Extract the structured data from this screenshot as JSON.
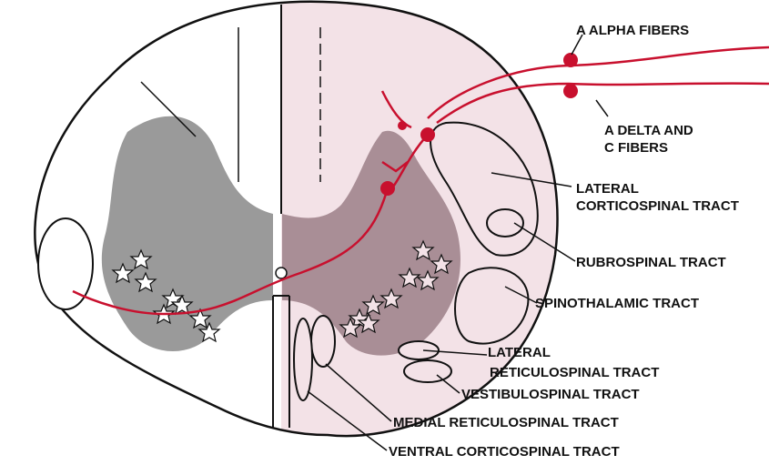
{
  "labels": {
    "a_alpha_fibers": "A ALPHA FIBERS",
    "a_delta_c_fibers": [
      "A DELTA AND",
      "C FIBERS"
    ],
    "lateral_corticospinal_tract": [
      "LATERAL",
      "CORTICOSPINAL TRACT"
    ],
    "rubrospinal_tract": "RUBROSPINAL TRACT",
    "spinothalamic_tract": "SPINOTHALAMIC TRACT",
    "lateral_reticulospinal_tract": [
      "LATERAL",
      "RETICULOSPINAL TRACT"
    ],
    "vestibulospinal_tract": "VESTIBULOSPINAL TRACT",
    "medial_reticulospinal_tract": "MEDIAL RETICULOSPINAL TRACT",
    "ventral_corticospinal_tract": "VENTRAL CORTICOSPINAL TRACT"
  },
  "colors": {
    "background_page": "#2f3f72",
    "white_matter_healthy": "#ffffff",
    "white_matter_affected": "#f3e2e7",
    "gray_matter": "#9a9a9a",
    "gray_matter_affected": "#a98e96",
    "nerve_fiber": "#c8102e",
    "outline": "#111111"
  },
  "icons": {
    "neuron_cell_body": "red-dot",
    "lesion_marker": "star-outline"
  }
}
